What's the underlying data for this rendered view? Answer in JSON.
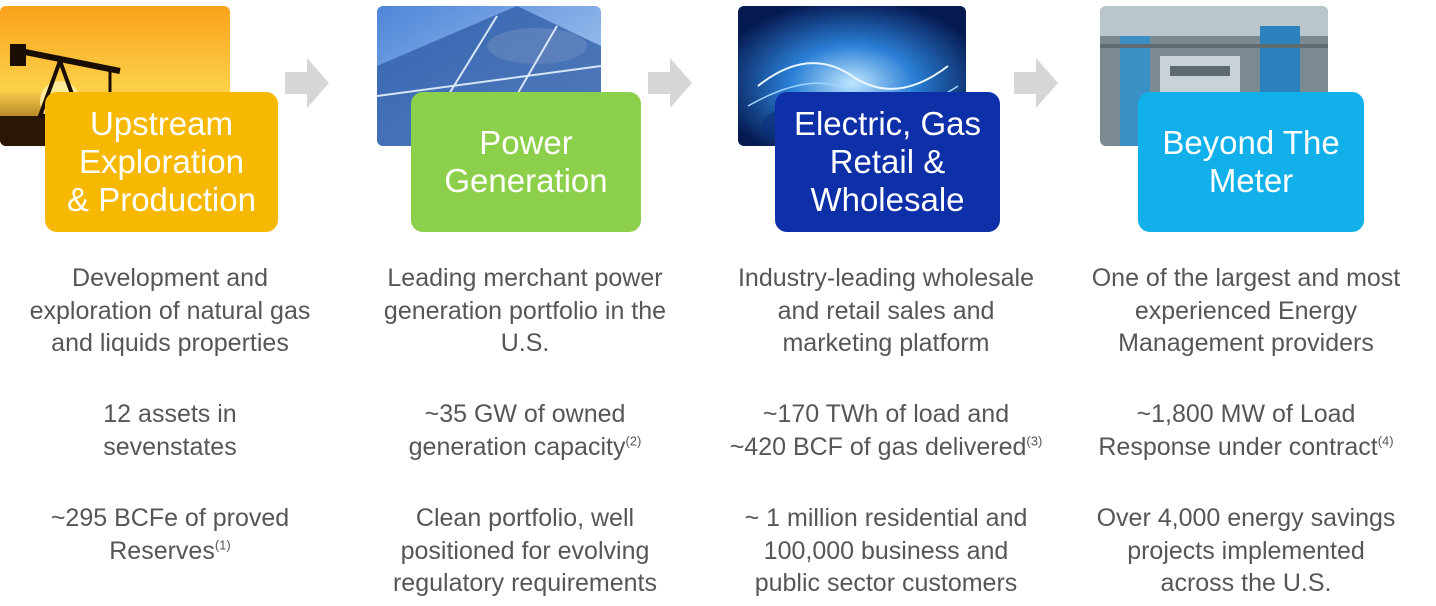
{
  "colors": {
    "upstream": "#f7b801",
    "power": "#8ccf4a",
    "retail": "#0d2fa8",
    "meter": "#12b0ea",
    "arrow": "#d6d6d6",
    "text": "#565656"
  },
  "columns": [
    {
      "label": "Upstream\nExploration\n& Production",
      "description": [
        "Development and",
        "exploration of natural gas",
        "and liquids properties"
      ],
      "stat1": [
        "12 assets in",
        "sevenstates"
      ],
      "stat1_note": "",
      "stat2": [
        "~295 BCFe of proved",
        "Reserves"
      ],
      "stat2_note": "(1)"
    },
    {
      "label": "Power\nGeneration",
      "description": [
        "Leading merchant power",
        "generation portfolio in the",
        "U.S."
      ],
      "stat1": [
        "~35 GW of owned",
        "generation capacity"
      ],
      "stat1_note": "(2)",
      "stat2": [
        "Clean portfolio, well",
        "positioned for evolving",
        "regulatory requirements"
      ],
      "stat2_note": ""
    },
    {
      "label": "Electric, Gas\nRetail &\nWholesale",
      "description": [
        "Industry-leading wholesale",
        "and retail sales and",
        "marketing platform"
      ],
      "stat1": [
        "~170 TWh of load and",
        "~420 BCF of gas delivered"
      ],
      "stat1_note": "(3)",
      "stat2": [
        "~ 1 million residential and",
        "100,000 business and",
        "public sector customers"
      ],
      "stat2_note": ""
    },
    {
      "label": "Beyond The\nMeter",
      "description": [
        "One of the largest and most",
        "experienced Energy",
        "Management providers"
      ],
      "stat1": [
        "~1,800 MW of Load",
        "Response under contract"
      ],
      "stat1_note": "(4)",
      "stat2": [
        "Over 4,000 energy savings",
        "projects implemented",
        "across the U.S."
      ],
      "stat2_note": ""
    }
  ]
}
